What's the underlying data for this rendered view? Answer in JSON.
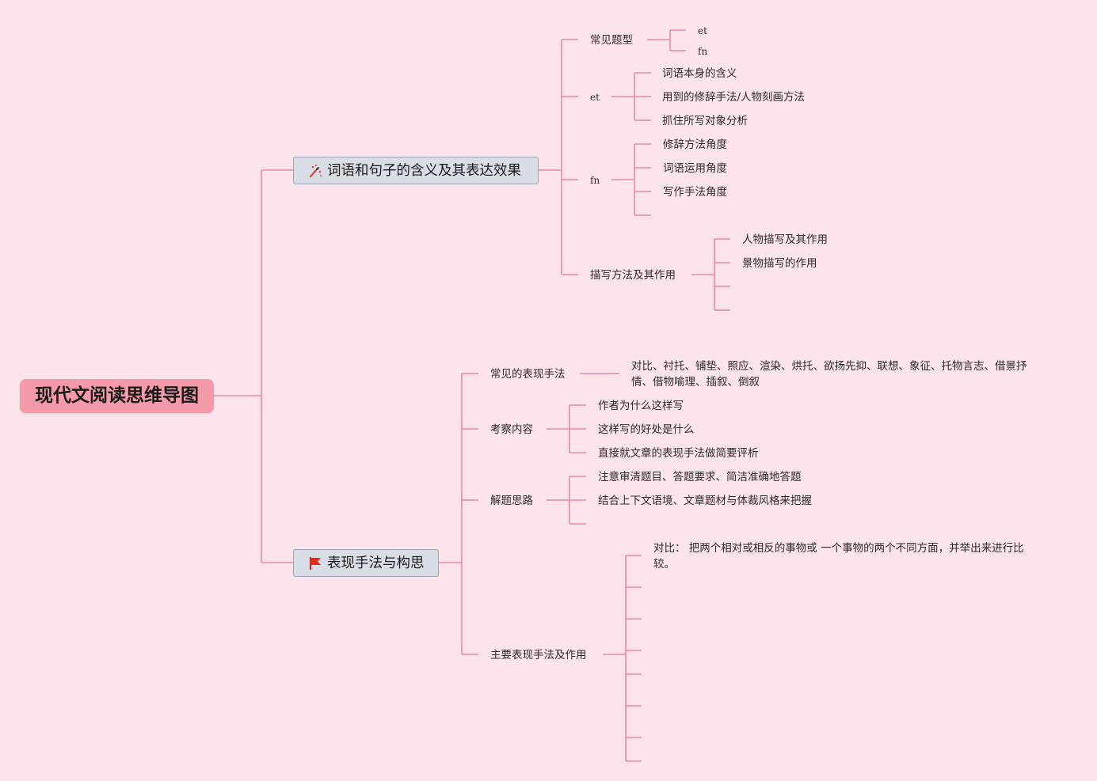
{
  "root": {
    "label": "现代文阅读思维导图"
  },
  "branches": [
    {
      "label": "词语和句子的含义及其表达效果",
      "icon": "magic-wand-icon",
      "children": [
        {
          "label": "常见题型",
          "children": [
            "et",
            "fn"
          ]
        },
        {
          "label": "et",
          "children": [
            "词语本身的含义",
            "用到的修辞手法/人物刻画方法",
            "抓住所写对象分析"
          ]
        },
        {
          "label": "fn",
          "children": [
            "修辞方法角度",
            "词语运用角度",
            "写作手法角度",
            ""
          ]
        },
        {
          "label": "描写方法及其作用",
          "children": [
            "人物描写及其作用",
            "景物描写的作用",
            "",
            ""
          ]
        }
      ]
    },
    {
      "label": "表现手法与构思",
      "icon": "red-flag-icon",
      "children": [
        {
          "label": "常见的表现手法",
          "children": [
            "对比、衬托、铺垫、照应、渲染、烘托、欲扬先抑、联想、象征、托物言志、借景抒情、借物喻理、插叙、倒叙"
          ]
        },
        {
          "label": "考察内容",
          "children": [
            "作者为什么这样写",
            "这样写的好处是什么",
            "直接就文章的表现手法做简要评析"
          ]
        },
        {
          "label": "解题思路",
          "children": [
            "注意审清题目、答题要求、简洁准确地答题",
            "结合上下文语境、文章题材与体裁风格来把握",
            ""
          ]
        },
        {
          "label": "主要表现手法及作用",
          "children": [
            "对比： 把两个相对或相反的事物或 一个事物的两个不同方面，并举出来进行比较。",
            "",
            "",
            "",
            "",
            "",
            "",
            ""
          ]
        }
      ]
    }
  ],
  "colors": {
    "background": "#fde3ea",
    "line": "#ec8aa2",
    "root_fill": "#f59aaa",
    "branch_fill": "#d8dde6"
  }
}
